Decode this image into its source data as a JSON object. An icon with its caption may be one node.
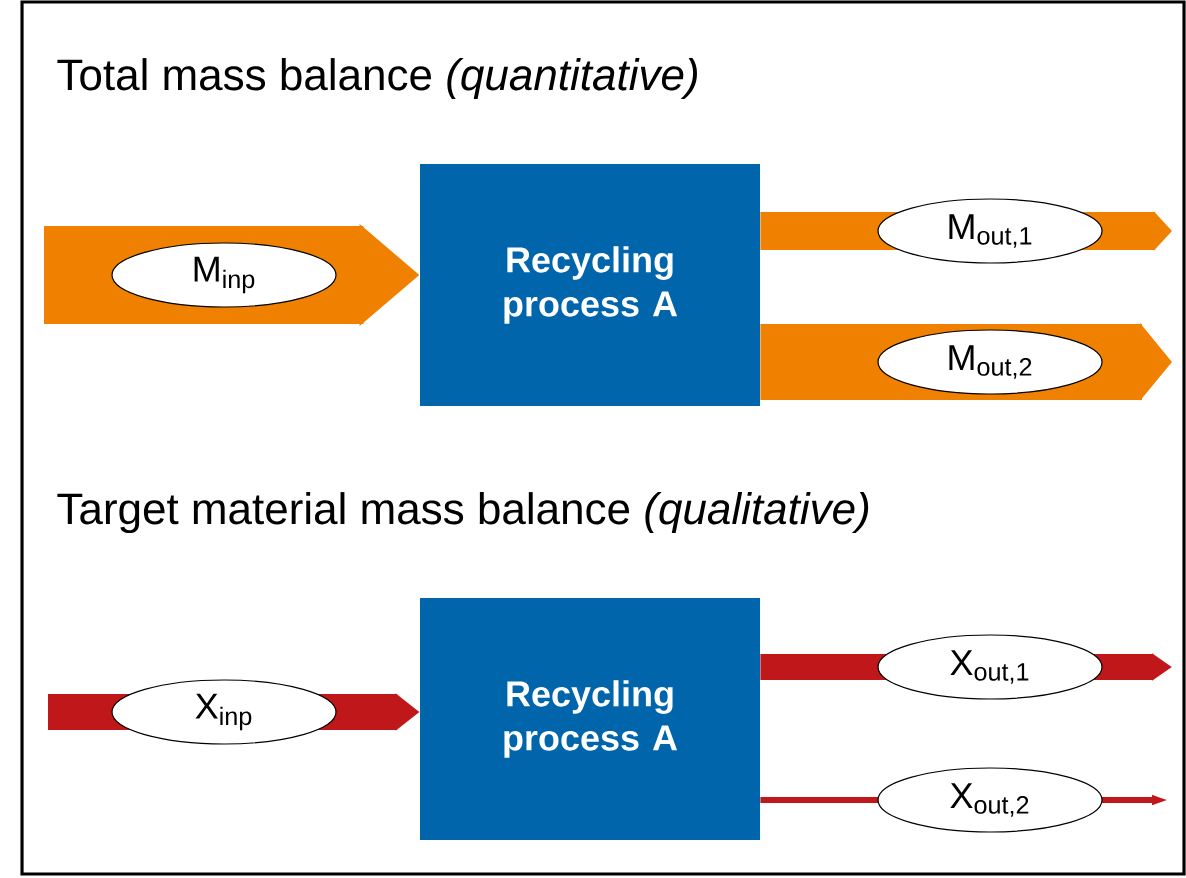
{
  "diagram": {
    "nodes": [
      {
        "text": [
          "Recycling process A"
        ]
      },
      {
        "text": [
          "Recycling process A"
        ]
      }
    ],
    "edges": [
      {
        "from": null,
        "to": 0,
        "arrow": "to",
        "label": "M$_{inp}$",
        "style": "thick",
        "color": "#f08000"
      },
      {
        "from": 0,
        "to": null,
        "arrow": "to",
        "label": "M$_{out,1}$",
        "color": "#f08000"
      },
      {
        "from": 0,
        "to": null,
        "arrow": "to",
        "label": "M$_{out,2}$",
        "style": "thick",
        "color": "#f08000"
      },
      {
        "from": null,
        "to": 1,
        "arrow": "to",
        "label": "X$_{inp}$",
        "color": "#c0181a"
      },
      {
        "from": 1,
        "to": null,
        "arrow": "to",
        "label": "X$_{out,1}$",
        "color": "#c0181a"
      },
      {
        "from": 1,
        "to": null,
        "arrow": "to",
        "label": "X$_{out,2}$",
        "color": "#c0181a"
      }
    ],
    "labels": [
      "Total mass balance *(quantitative)*",
      "Target material mass balance *(qualitative)*"
    ]
  }
}
